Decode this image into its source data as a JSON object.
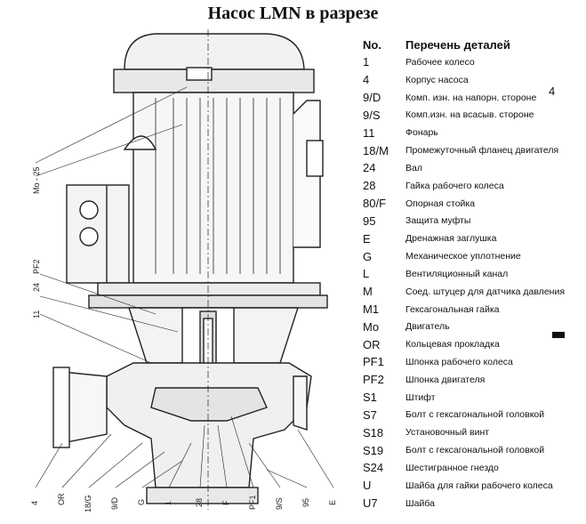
{
  "title": "Насос LMN в разрезе",
  "table": {
    "col_no": "No.",
    "col_name": "Перечень деталей",
    "rows": [
      {
        "no": "1",
        "name": "Рабочее колесо"
      },
      {
        "no": "4",
        "name": "Корпус насоса"
      },
      {
        "no": "9/D",
        "name": "Комп. изн. на напорн. стороне"
      },
      {
        "no": "9/S",
        "name": "Комп.изн. на всасыв. стороне"
      },
      {
        "no": "11",
        "name": "Фонарь"
      },
      {
        "no": "18/M",
        "name": "Промежуточный фланец двигателя"
      },
      {
        "no": "24",
        "name": "Вал"
      },
      {
        "no": "28",
        "name": "Гайка рабочего колеса"
      },
      {
        "no": "80/F",
        "name": "Опорная стойка"
      },
      {
        "no": "95",
        "name": "Защита муфты"
      },
      {
        "no": "E",
        "name": "Дренажная заглушка"
      },
      {
        "no": "G",
        "name": "Механическое уплотнение"
      },
      {
        "no": "L",
        "name": "Вентиляционный канал"
      },
      {
        "no": "M",
        "name": "Соед. штуцер для датчика давления"
      },
      {
        "no": "M1",
        "name": "Гексагональная гайка"
      },
      {
        "no": "Mo",
        "name": "Двигатель"
      },
      {
        "no": "OR",
        "name": "Кольцевая прокладка"
      },
      {
        "no": "PF1",
        "name": "Шпонка рабочего колеса"
      },
      {
        "no": "PF2",
        "name": "Шпонка двигателя"
      },
      {
        "no": "S1",
        "name": "Штифт"
      },
      {
        "no": "S7",
        "name": "Болт с гексагональной головкой"
      },
      {
        "no": "S18",
        "name": "Установочный винт"
      },
      {
        "no": "S19",
        "name": "Болт с гексагональной головкой"
      },
      {
        "no": "S24",
        "name": "Шестигранное гнездо"
      },
      {
        "no": "U",
        "name": "Шайба для гайки рабочего колеса"
      },
      {
        "no": "U7",
        "name": "Шайба"
      }
    ]
  },
  "side_marker": "4",
  "drawing_labels": {
    "left_top": "Mo - 25",
    "left_pf2": "PF2",
    "left_24": "24",
    "left_11": "11",
    "bottom": [
      "4",
      "OR",
      "18/G",
      "9/D",
      "G",
      "1",
      "28",
      "F",
      "PF1",
      "9/S",
      "95",
      "E"
    ]
  }
}
